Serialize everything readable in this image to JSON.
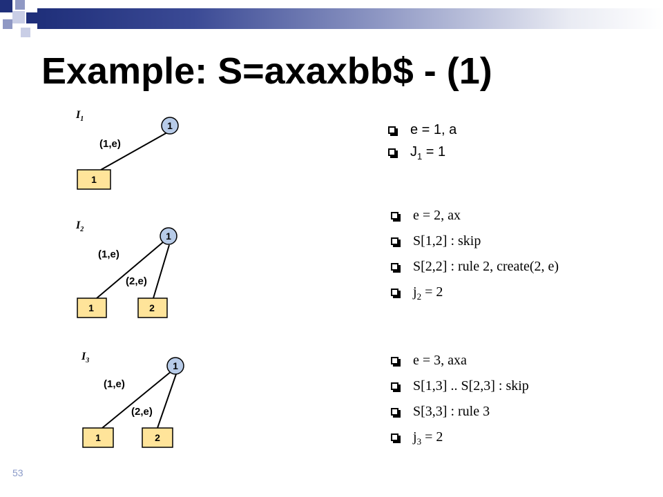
{
  "title": "Example: S=axaxbb$ - (1)",
  "page_number": "53",
  "colors": {
    "root_node_fill": "#b7cbe8",
    "leaf_node_fill": "#ffe49a",
    "header_bar": "#1f2f7a",
    "page_number": "#8a9ac8"
  },
  "trees": [
    {
      "label": "I",
      "label_sub": "1",
      "root": "1",
      "edges": [
        "(1,e)"
      ],
      "leaves": [
        "1"
      ]
    },
    {
      "label": "I",
      "label_sub": "2",
      "root": "1",
      "edges": [
        "(1,e)",
        "(2,e)"
      ],
      "leaves": [
        "1",
        "2"
      ]
    },
    {
      "label": "I",
      "label_sub": "3",
      "root": "1",
      "edges": [
        "(1,e)",
        "(2,e)"
      ],
      "leaves": [
        "1",
        "2"
      ]
    }
  ],
  "groups": [
    {
      "items": [
        {
          "text": "e = 1, a",
          "sub": "",
          "after": ""
        },
        {
          "text": "J",
          "sub": "1",
          "after": " = 1"
        }
      ]
    },
    {
      "items": [
        {
          "text": "e = 2, ax",
          "sub": "",
          "after": ""
        },
        {
          "text": "S[1,2] : skip",
          "sub": "",
          "after": ""
        },
        {
          "text": "S[2,2] : rule 2, create(2, e)",
          "sub": "",
          "after": ""
        },
        {
          "text": "j",
          "sub": "2",
          "after": " = 2"
        }
      ]
    },
    {
      "items": [
        {
          "text": "e = 3, axa",
          "sub": "",
          "after": ""
        },
        {
          "text": "S[1,3] .. S[2,3] : skip",
          "sub": "",
          "after": ""
        },
        {
          "text": "S[3,3] : rule 3",
          "sub": "",
          "after": ""
        },
        {
          "text": "j",
          "sub": "3",
          "after": " = 2"
        }
      ]
    }
  ]
}
